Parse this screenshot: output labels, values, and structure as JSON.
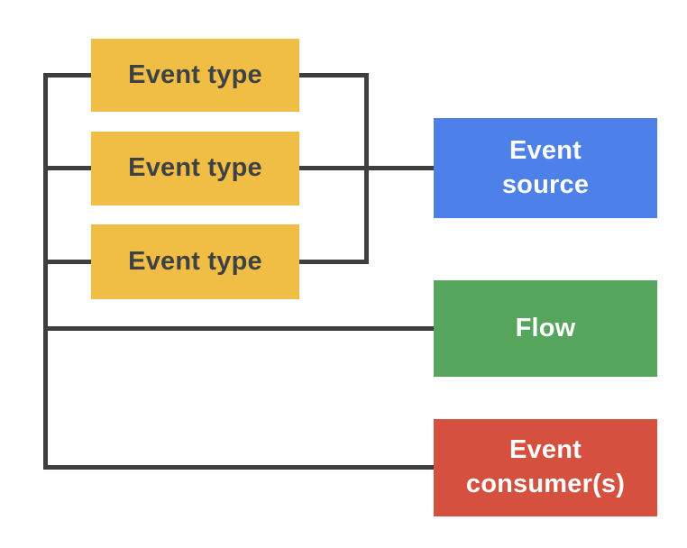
{
  "diagram": {
    "background": "#FFFFFF",
    "connector_color": "#3E3E3E",
    "nodes": {
      "event_type_1": {
        "label": "Event type",
        "fill": "#F0BE45",
        "text_color": "#3F4245"
      },
      "event_type_2": {
        "label": "Event type",
        "fill": "#F0BE45",
        "text_color": "#3F4245"
      },
      "event_type_3": {
        "label": "Event type",
        "fill": "#F0BE45",
        "text_color": "#3F4245"
      },
      "event_source": {
        "label": "Event\nsource",
        "fill": "#4E80EA",
        "text_color": "#FFFFFF"
      },
      "flow": {
        "label": "Flow",
        "fill": "#55A55C",
        "text_color": "#FFFFFF"
      },
      "event_consumers": {
        "label": "Event\nconsumer(s)",
        "fill": "#D6503F",
        "text_color": "#FFFFFF"
      }
    },
    "edges": [
      {
        "from": [
          "event_type_1",
          "event_type_2",
          "event_type_3"
        ],
        "to": "event_source"
      },
      {
        "from": [
          "event_type_1",
          "event_type_2",
          "event_type_3"
        ],
        "to": "flow"
      },
      {
        "from": [
          "event_type_1",
          "event_type_2",
          "event_type_3"
        ],
        "to": "event_consumers"
      }
    ]
  }
}
